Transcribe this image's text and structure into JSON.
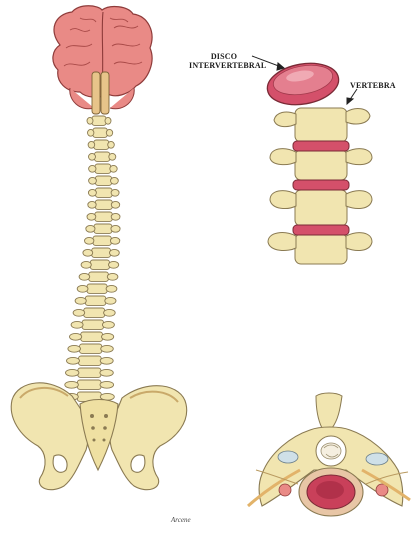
{
  "labels": {
    "disc_line1": "DISCO",
    "disc_line2": "INTERVERTEBRAL",
    "vertebra": "VERTEBRA"
  },
  "signature": "Arcene",
  "colors": {
    "bone": "#f1e5b0",
    "bone_outline": "#8a7a52",
    "brain": "#e98a86",
    "disc": "#d4506a",
    "nerve": "#e2b36a"
  }
}
